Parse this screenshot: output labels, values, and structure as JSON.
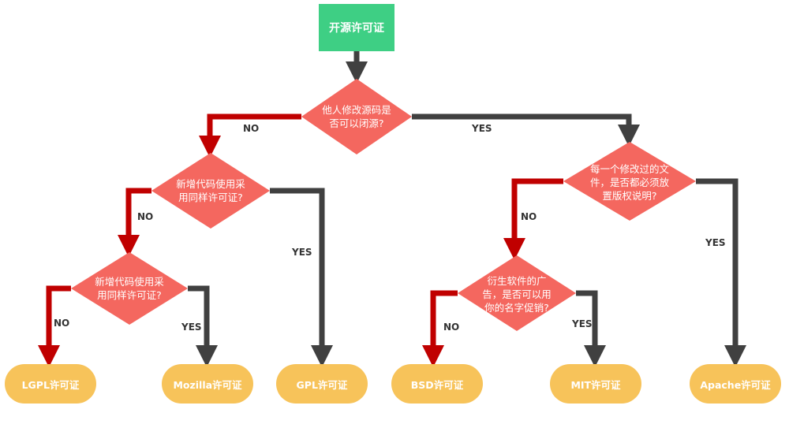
{
  "colors": {
    "start": "#3ecf84",
    "decision": "#f4675f",
    "terminal": "#f7c35a",
    "no_arrow": "#c00000",
    "yes_arrow": "#404040"
  },
  "start": {
    "label": "开源许可证"
  },
  "decisions": {
    "d1": {
      "lines": [
        "他人修改源码是",
        "否可以闭源?"
      ]
    },
    "d2": {
      "lines": [
        "新增代码使用采",
        "用同样许可证?"
      ]
    },
    "d3": {
      "lines": [
        "新增代码使用采",
        "用同样许可证?"
      ]
    },
    "d4": {
      "lines": [
        "每一个修改过的文",
        "件，是否都必须放",
        "置版权说明?"
      ]
    },
    "d5": {
      "lines": [
        "衍生软件的广",
        "告，是否可以用",
        "你的名字促销?"
      ]
    }
  },
  "terminals": {
    "lgpl": "LGPL许可证",
    "mozilla": "Mozilla许可证",
    "gpl": "GPL许可证",
    "bsd": "BSD许可证",
    "mit": "MIT许可证",
    "apache": "Apache许可证"
  },
  "edges": {
    "d1_no": "NO",
    "d1_yes": "YES",
    "d2_no": "NO",
    "d2_yes": "YES",
    "d3_no": "NO",
    "d3_yes": "YES",
    "d4_no": "NO",
    "d4_yes": "YES",
    "d5_no": "NO",
    "d5_yes": "YES"
  }
}
